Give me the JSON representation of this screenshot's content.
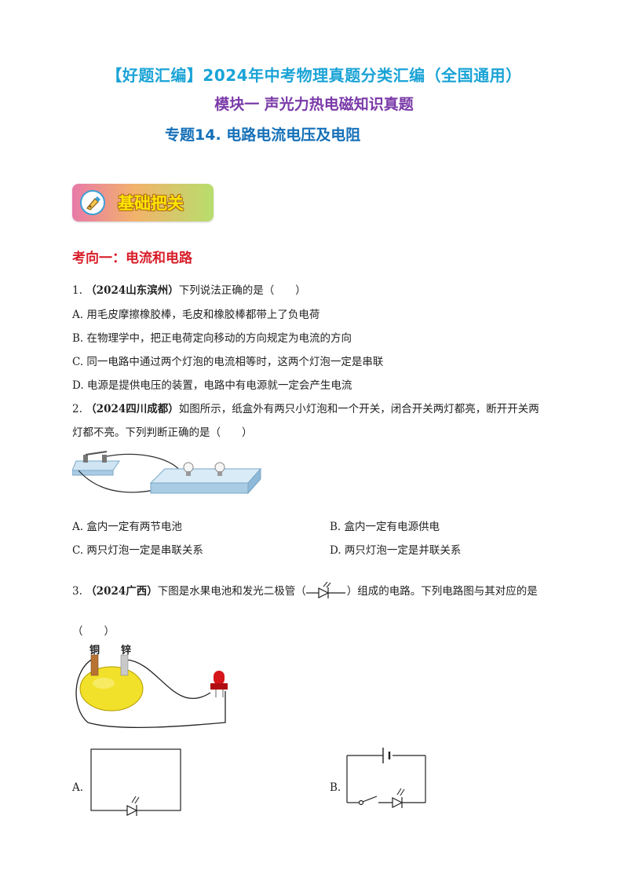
{
  "header": {
    "title": "【好题汇编】2024年中考物理真题分类汇编（全国通用）",
    "module": "模块一  声光力热电磁知识真题",
    "topic": "专题14. 电路电流电压及电阻"
  },
  "badge": {
    "label": "基础把关"
  },
  "section_title": "考向一：电流和电路",
  "questions": [
    {
      "num": "1.",
      "source": "（2024山东滨州）",
      "stem": "下列说法正确的是（　　）",
      "options": [
        "A. 用毛皮摩擦橡胶棒，毛皮和橡胶棒都带上了负电荷",
        "B. 在物理学中，把正电荷定向移动的方向规定为电流的方向",
        "C. 同一电路中通过两个灯泡的电流相等时，这两个灯泡一定是串联",
        "D. 电源是提供电压的装置，电路中有电源就一定会产生电流"
      ]
    },
    {
      "num": "2.",
      "source": "（2024四川成都）",
      "stem": "如图所示，纸盒外有两只小灯泡和一个开关，闭合开关两灯都亮，断开开关两",
      "stem2": "灯都不亮。下列判断正确的是（　　）",
      "options": [
        "A. 盒内一定有两节电池",
        "B. 盒内一定有电源供电",
        "C. 两只灯泡一定是串联关系",
        "D. 两只灯泡一定是并联关系"
      ]
    },
    {
      "num": "3.",
      "source": "（2024广西）",
      "stem_a": "下图是水果电池和发光二极管（",
      "stem_b": "）组成的电路。下列电路图与其对应的是",
      "stem2": "（　　）",
      "fruit_labels": [
        "铜",
        "锌"
      ],
      "options": [
        "A.",
        "B."
      ]
    }
  ],
  "colors": {
    "title": "#1aa3d6",
    "module": "#7a3aa8",
    "topic": "#1570b8",
    "section": "#d81e2a"
  }
}
